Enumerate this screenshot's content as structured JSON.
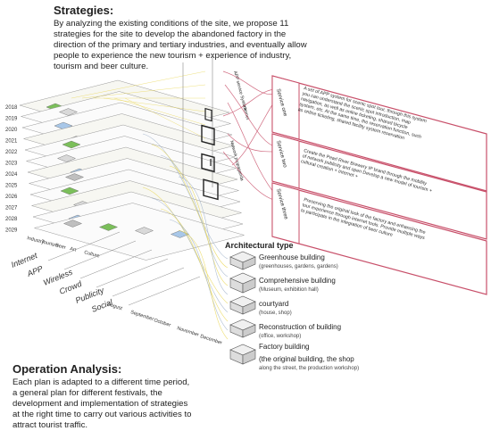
{
  "strategies": {
    "heading": "Strategies:",
    "text": "By analyzing the existing conditions of the site, we propose 11 strategies for the site to develop the abandoned factory in the direction of the primary and tertiary industries, and eventually allow people to experience the new tourism + experience of industry, tourism and beer culture."
  },
  "operation": {
    "heading": "Operation Analysis:",
    "text": "Each plan is adapted to a different time period, a general plan for different festivals, the development and implementation of strategies at the right time to carry out various activities to attract tourist traffic."
  },
  "years": [
    "2018",
    "2019",
    "2020",
    "2021",
    "2022",
    "2023",
    "2024",
    "2025",
    "2026",
    "2027",
    "2028",
    "2029"
  ],
  "industries": [
    "Industry",
    "Tourism",
    "Beer",
    "Art",
    "Culture"
  ],
  "channels": [
    "Internet",
    "APP",
    "Wireless",
    "Crowd",
    "Publicity",
    "Social"
  ],
  "months": [
    "August",
    "September",
    "October",
    "November",
    "December"
  ],
  "devices": {
    "phone_label": "APP service System",
    "internet_label": "Internet",
    "network_label": "Network propaganda"
  },
  "services": [
    {
      "label": "Service one",
      "text": "A set of APP system for scenic spot tour, through this system you can understand the scenic spot introduction, map navigation, as well as online ticketing, shared bicycle system, etc. At the same time, the reservation function, such as online ticketing, shared facility system reservation"
    },
    {
      "label": "Service two",
      "text": "Create the Pearl River Brewery IP brand through the mobility of network publicity and open Develop a new model of tourism + cultural creation + Internet +"
    },
    {
      "label": "Service three",
      "text": "Preserving the original look of the factory and enhancing the tour experience through internet tools. Provide multiple ways to participate in the integration of beer culture"
    }
  ],
  "architectural": {
    "title": "Architectural type",
    "items": [
      {
        "name": "Greenhouse building",
        "sub": "(greenhouses, gardens, gardens)"
      },
      {
        "name": "Comprehensive building",
        "sub": "(Museum, exhibition hall)"
      },
      {
        "name": "courtyard",
        "sub": "(house, shop)"
      },
      {
        "name": "Reconstruction of building",
        "sub": "(office, workshop)"
      },
      {
        "name": "Factory building",
        "sub": ""
      },
      {
        "name": "(the original building, the shop",
        "sub": "along the street, the production workshop)"
      }
    ]
  },
  "colors": {
    "accent": "#c8506a",
    "yellow": "#e8d44a",
    "green": "#7bbf5a",
    "blue": "#5c8fd6",
    "line": "#777777"
  }
}
